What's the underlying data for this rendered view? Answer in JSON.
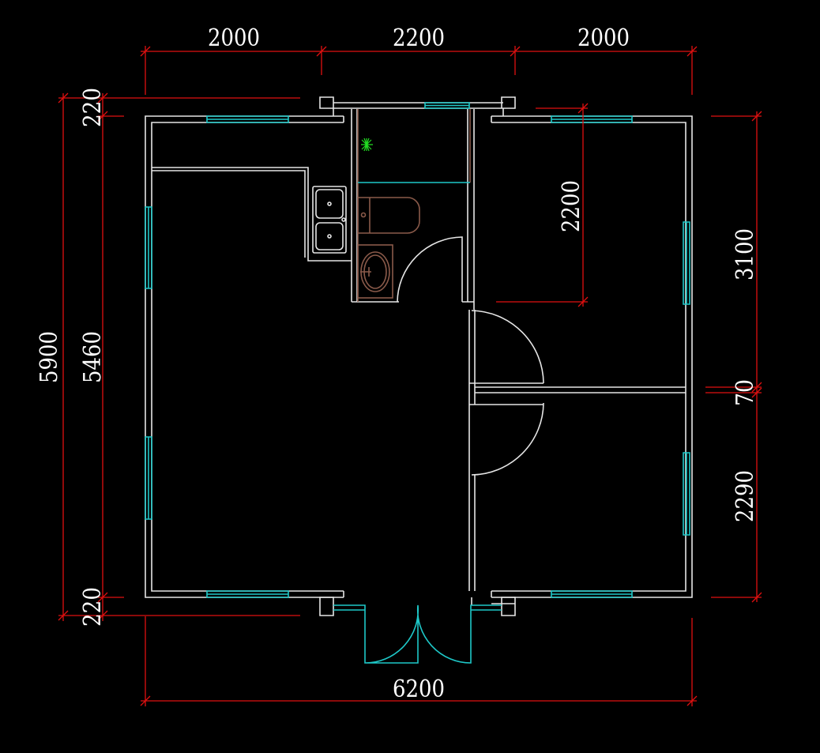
{
  "drawing": {
    "title": "Floor plan",
    "colors": {
      "background": "#000000",
      "walls": "#e6e6e6",
      "windows_doors": "#1ec8c8",
      "dimensions": "#e01010",
      "fixtures": "#8a5a4a",
      "plant": "#22dd22"
    },
    "dimensions": {
      "top": [
        "2000",
        "2200",
        "2000"
      ],
      "bottom_total": "6200",
      "left_outer_total": "5900",
      "left_inner_total": "5460",
      "left_top_offset": "220",
      "left_bottom_offset": "220",
      "right_top_room": "3100",
      "right_partition": "70",
      "right_bottom_room": "2290",
      "interior_bedroom": "2200"
    }
  }
}
